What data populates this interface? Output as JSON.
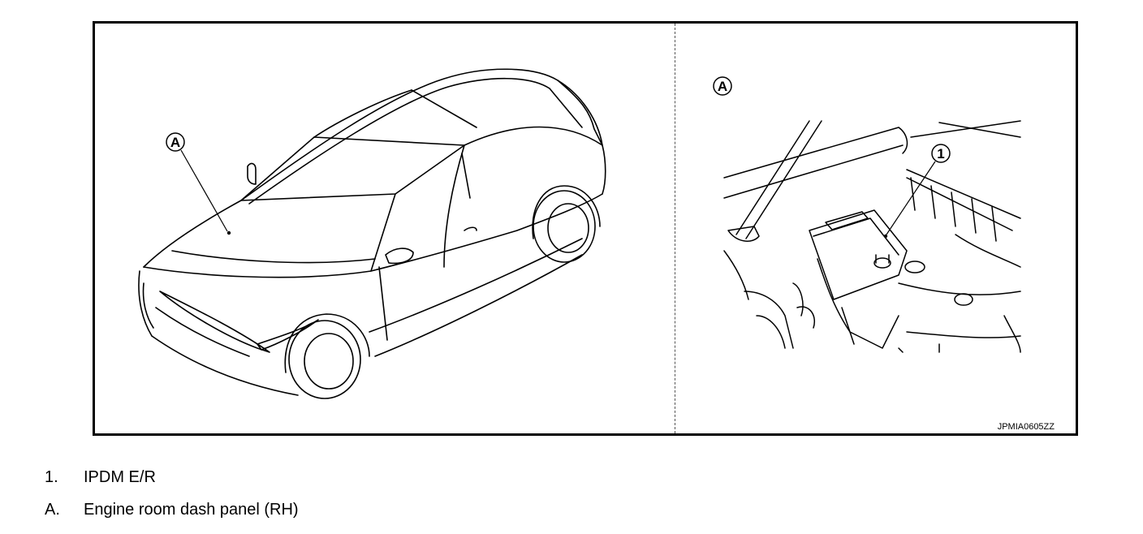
{
  "diagram": {
    "callout_a": "A",
    "callout_1": "1",
    "figure_code": "JPMIA0605ZZ"
  },
  "legend": {
    "items": [
      {
        "key": "1.",
        "label": "IPDM E/R"
      },
      {
        "key": "A.",
        "label": "Engine room dash panel (RH)"
      }
    ]
  }
}
